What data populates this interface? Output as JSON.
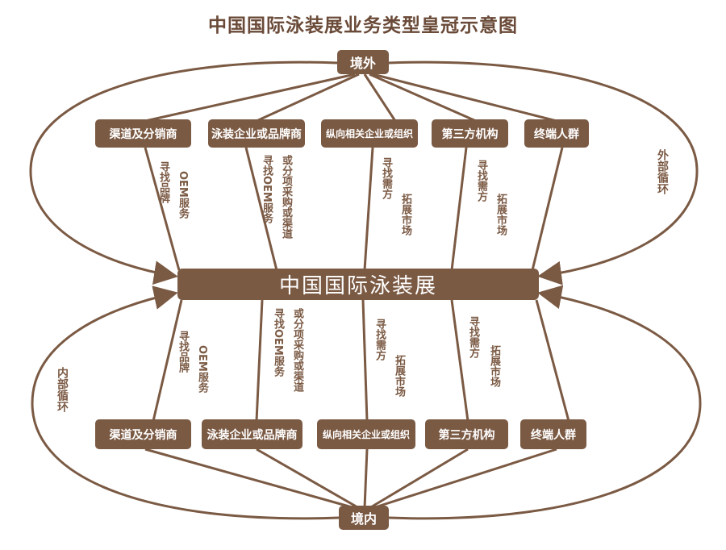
{
  "title": "中国国际泳装展业务类型皇冠示意图",
  "center": "中国国际泳装展",
  "abroad": "境外",
  "domestic": "境内",
  "outer_loop": "外部循环",
  "inner_loop": "内部循环",
  "top_nodes": [
    "渠道及分销商",
    "泳装企业或品牌商",
    "纵向相关企业或组织",
    "第三方机构",
    "终端人群"
  ],
  "bottom_nodes": [
    "渠道及分销商",
    "泳装企业或品牌商",
    "纵向相关企业或组织",
    "第三方机构",
    "终端人群"
  ],
  "top_labels": [
    [
      "寻找品牌",
      "OEM服务"
    ],
    [
      "寻找OEM服务",
      "或分项采购或渠道"
    ],
    [
      "寻找需方",
      "拓展市场"
    ],
    [
      "寻找需方",
      "拓展市场"
    ]
  ],
  "bottom_labels": [
    [
      "寻找品牌",
      "OEM服务"
    ],
    [
      "寻找OEM服务",
      "或分项采购或渠道"
    ],
    [
      "寻找需方",
      "拓展市场"
    ],
    [
      "寻找需方",
      "拓展市场"
    ]
  ],
  "colors": {
    "brown": "#7b5a44",
    "title": "#6a4a38"
  }
}
